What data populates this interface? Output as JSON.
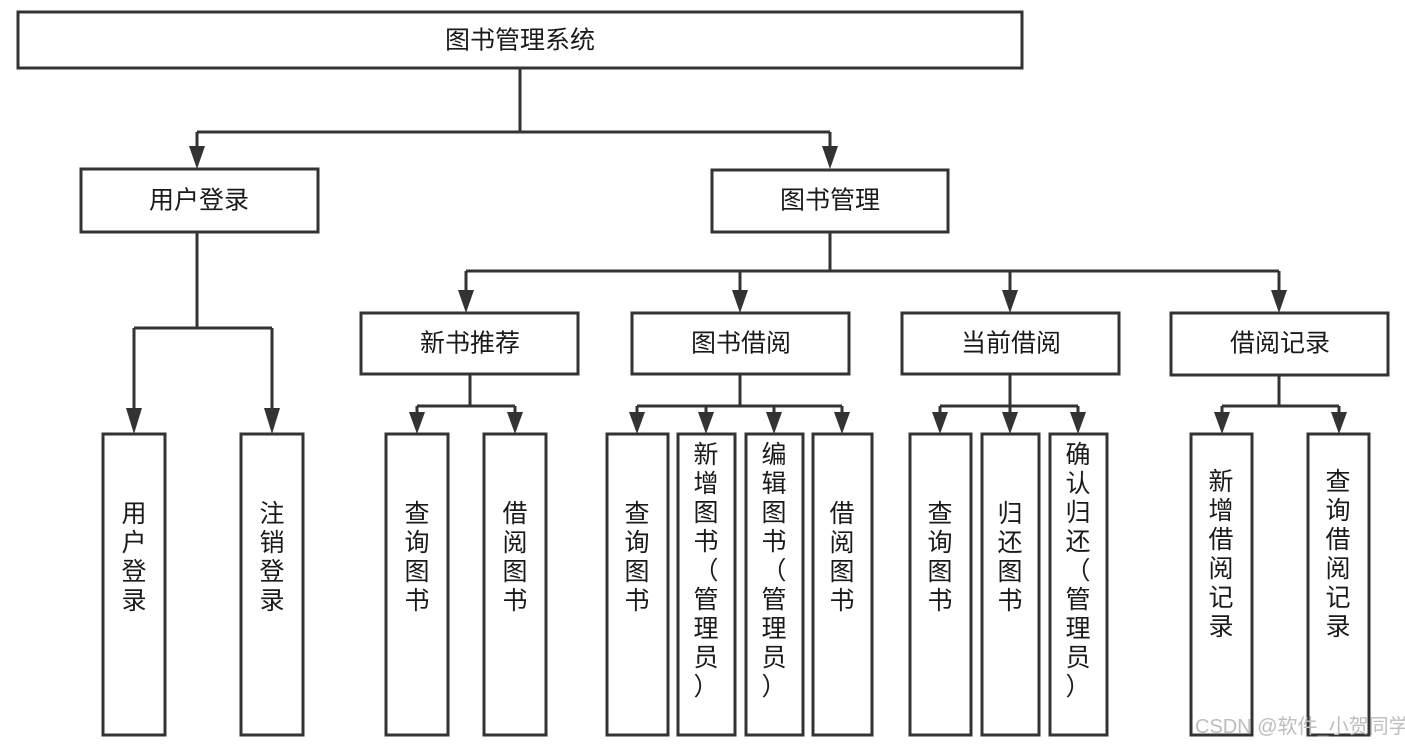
{
  "diagram": {
    "type": "tree-hierarchy",
    "title": "图书管理系统",
    "orientation": "top-down",
    "theme": {
      "box_fill": "#ffffff",
      "box_stroke": "#333333",
      "text_color": "#1a1a1a",
      "background": "#ffffff",
      "watermark_color": "#bdbdbd"
    },
    "watermark": "CSDN @软件_小贺同学",
    "levels": {
      "level1": [
        {
          "id": "root",
          "label": "图书管理系统"
        }
      ],
      "level2": [
        {
          "id": "user-login",
          "label": "用户登录",
          "parent": "root"
        },
        {
          "id": "book-manage",
          "label": "图书管理",
          "parent": "root"
        }
      ],
      "level3": [
        {
          "id": "new-book-rec",
          "label": "新书推荐",
          "parent": "book-manage"
        },
        {
          "id": "book-borrow",
          "label": "图书借阅",
          "parent": "book-manage"
        },
        {
          "id": "current-borrow",
          "label": "当前借阅",
          "parent": "book-manage"
        },
        {
          "id": "borrow-record",
          "label": "借阅记录",
          "parent": "book-manage"
        }
      ],
      "leaves": [
        {
          "id": "leaf-user-login",
          "label": "用户登录",
          "parent": "user-login"
        },
        {
          "id": "leaf-logout",
          "label": "注销登录",
          "parent": "user-login"
        },
        {
          "id": "leaf-query-book-1",
          "label": "查询图书",
          "parent": "new-book-rec"
        },
        {
          "id": "leaf-borrow-book-1",
          "label": "借阅图书",
          "parent": "new-book-rec"
        },
        {
          "id": "leaf-query-book-2",
          "label": "查询图书",
          "parent": "book-borrow"
        },
        {
          "id": "leaf-add-book",
          "label": "新增图书（管理员）",
          "parent": "book-borrow"
        },
        {
          "id": "leaf-edit-book",
          "label": "编辑图书（管理员）",
          "parent": "book-borrow"
        },
        {
          "id": "leaf-borrow-book-2",
          "label": "借阅图书",
          "parent": "book-borrow"
        },
        {
          "id": "leaf-query-book-3",
          "label": "查询图书",
          "parent": "current-borrow"
        },
        {
          "id": "leaf-return-book",
          "label": "归还图书",
          "parent": "current-borrow"
        },
        {
          "id": "leaf-confirm-return",
          "label": "确认归还（管理员）",
          "parent": "current-borrow"
        },
        {
          "id": "leaf-add-record",
          "label": "新增借阅记录",
          "parent": "borrow-record"
        },
        {
          "id": "leaf-query-record",
          "label": "查询借阅记录",
          "parent": "borrow-record"
        }
      ]
    }
  }
}
